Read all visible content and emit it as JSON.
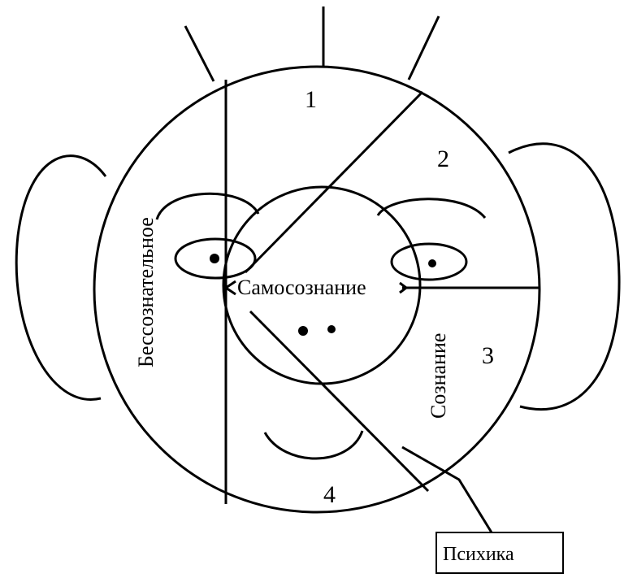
{
  "diagram": {
    "sector_labels": [
      "1",
      "2",
      "3",
      "4"
    ],
    "unconscious_label": "Бессознательное",
    "self_awareness_label": "Самосознание",
    "consciousness_label": "Сознание",
    "psyche_label": "Психика",
    "stroke_color": "#000000",
    "background_color": "#ffffff"
  }
}
